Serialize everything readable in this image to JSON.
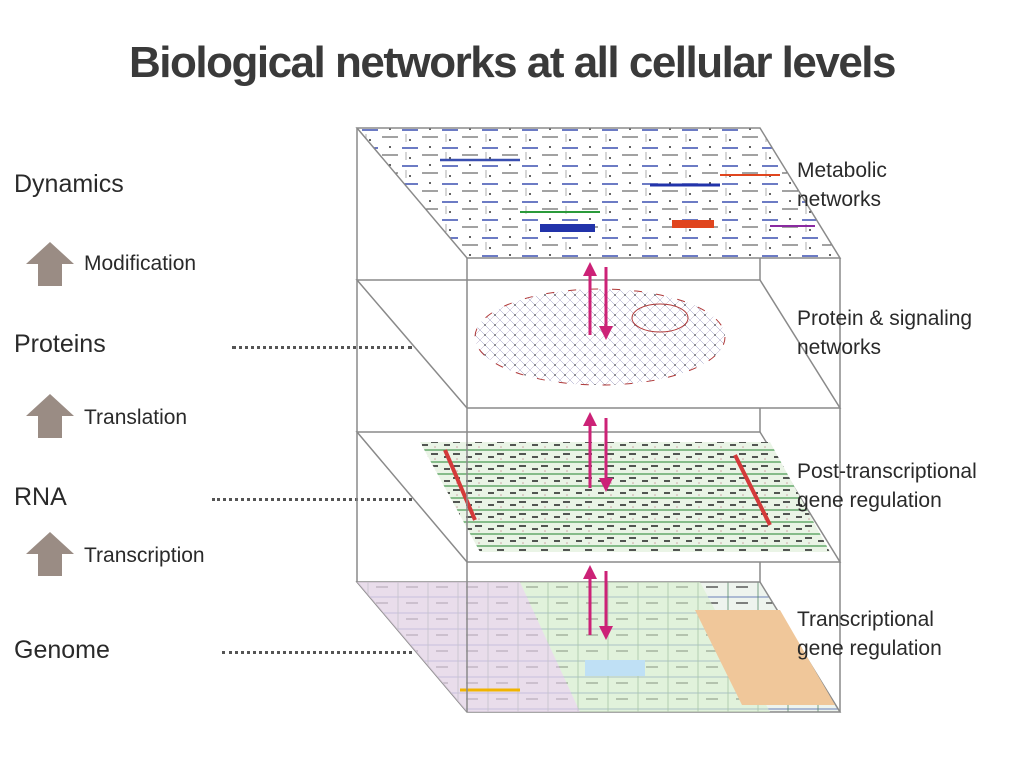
{
  "title": "Biological networks at all cellular levels",
  "levels": {
    "dynamics": "Dynamics",
    "proteins": "Proteins",
    "rna": "RNA",
    "genome": "Genome"
  },
  "processes": {
    "modification": "Modification",
    "translation": "Translation",
    "transcription": "Transcription"
  },
  "networks": {
    "metabolic": [
      "Metabolic",
      "networks"
    ],
    "protein": [
      "Protein & signaling",
      "networks"
    ],
    "post_transcriptional": [
      "Post-transcriptional",
      "gene regulation"
    ],
    "transcriptional": [
      "Transcriptional",
      "gene regulation"
    ]
  },
  "colors": {
    "up_arrow": "#9a8c84",
    "link_arrow": "#cc2277",
    "frame": "#8a8a8a"
  },
  "icons": {
    "process_arrow": "up-arrow-icon",
    "layer_link": "double-arrow-icon"
  }
}
